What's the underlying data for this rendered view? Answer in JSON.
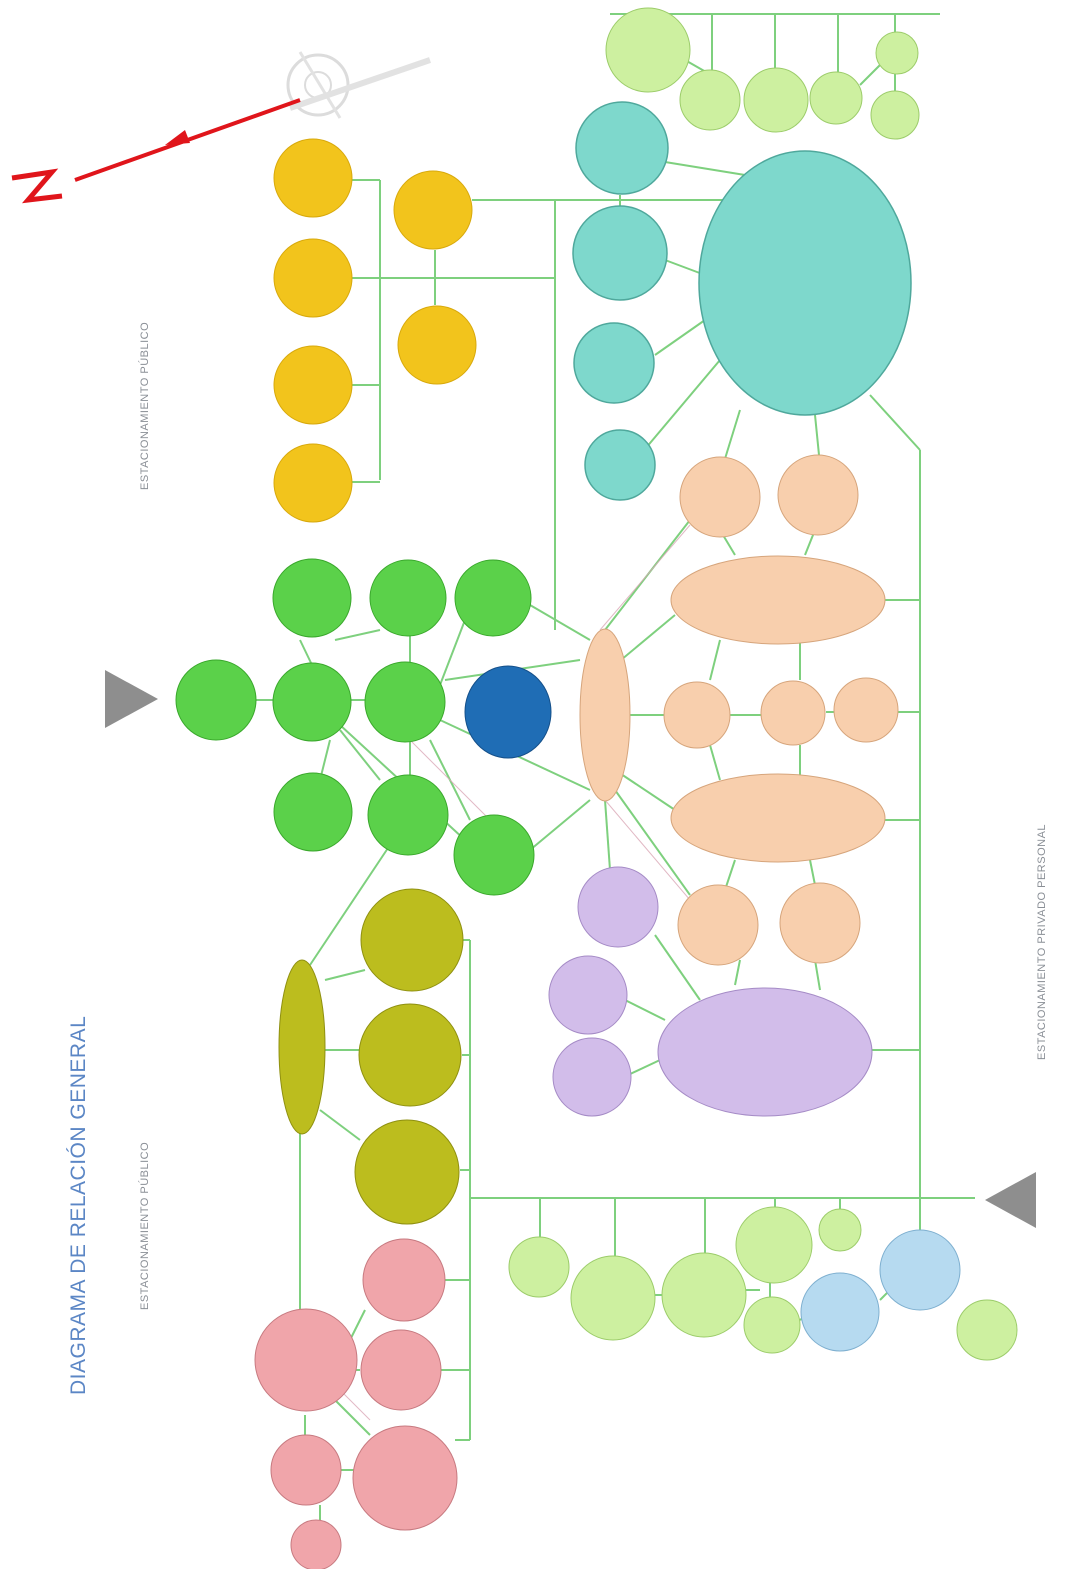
{
  "title": "DIAGRAMA DE RELACIÓN GENERAL",
  "labels": {
    "parking_public_top": "ESTACIONAMIENTO PÚBLICO",
    "parking_public_bottom": "ESTACIONAMIENTO PÚBLICO",
    "parking_private": "ESTACIONAMIENTO PRIVADO PERSONAL"
  },
  "colors": {
    "line": "#7ed07e",
    "yellow": "#f2c41c",
    "green": "#5bd14a",
    "olive": "#bcbd1e",
    "pink": "#f0a5aa",
    "peach": "#f8cfad",
    "teal": "#7ed8cc",
    "lavender": "#d2bdea",
    "lightgreen": "#cdf0a0",
    "lightblue": "#b6daf0",
    "blue": "#1f6db5",
    "arrow_gray": "#8e8e8e",
    "north_red": "#e0151b"
  },
  "icons": {
    "north_arrow": "north-arrow-icon",
    "entrance_marker": "triangle-entrance-icon"
  }
}
